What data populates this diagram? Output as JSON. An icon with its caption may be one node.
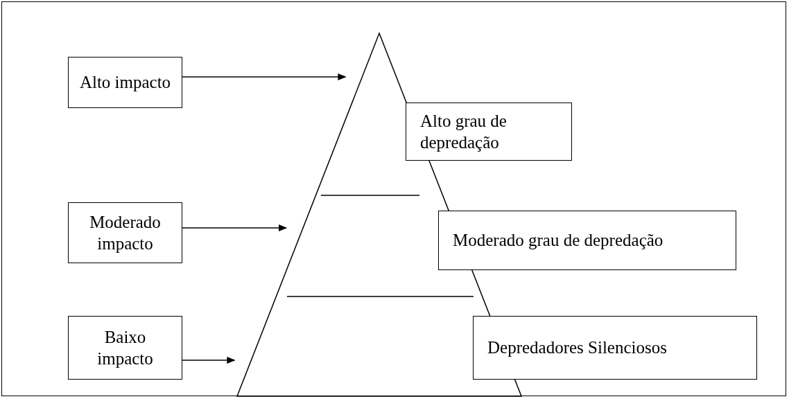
{
  "diagram": {
    "nodes": [
      {
        "text": [
          "Alto impacto"
        ]
      },
      {
        "text": [
          "Moderado impacto"
        ]
      },
      {
        "text": [
          "Baixo impacto"
        ]
      },
      {
        "text": [],
        "shape": "triangle"
      },
      {
        "text": [
          "Alto grau de depredação"
        ]
      },
      {
        "text": [
          "Moderado grau de depredação"
        ]
      },
      {
        "text": [
          "Depredadores Silenciosos"
        ]
      }
    ],
    "edges": [
      {
        "from": 0,
        "to": 3,
        "arrow": "to"
      },
      {
        "from": 1,
        "to": 3,
        "arrow": "to"
      },
      {
        "from": 2,
        "to": 3,
        "arrow": "to"
      }
    ]
  }
}
